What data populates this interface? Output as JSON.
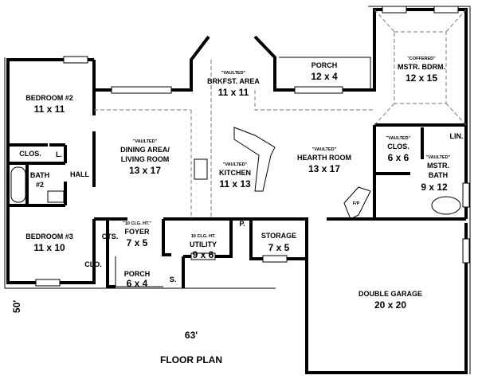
{
  "title": "FLOOR PLAN",
  "dimensions": {
    "width": "63'",
    "depth": "50'"
  },
  "rooms": {
    "bedroom2": {
      "name": "BEDROOM #2",
      "size": "11 x 11"
    },
    "closet_b2": {
      "name": "CLOS."
    },
    "linen_l": {
      "name": "L."
    },
    "bath2": {
      "name": "BATH",
      "name2": "#2"
    },
    "hall": {
      "name": "HALL"
    },
    "bedroom3": {
      "name": "BEDROOM #3",
      "size": "11 x 10"
    },
    "closet_b3": {
      "name": "CLO."
    },
    "cts": {
      "name": "CTS."
    },
    "dining_living": {
      "note": "\"VAULTED\"",
      "name": "DINING AREA/",
      "name2": "LIVING ROOM",
      "size": "13 x 17"
    },
    "foyer": {
      "note": "\"10 CLG. HT.\"",
      "name": "FOYER",
      "size": "7 x 5"
    },
    "porch_front": {
      "name": "PORCH",
      "size": "6 x 4"
    },
    "s": {
      "name": "S."
    },
    "breakfast": {
      "note": "\"VAULTED\"",
      "name": "BRKFST. AREA",
      "size": "11 x 11"
    },
    "kitchen": {
      "note": "\"VAULTED\"",
      "name": "KITCHEN",
      "size": "11 x 13"
    },
    "utility": {
      "note": "10 CLG. HT.",
      "name": "UTILITY",
      "size": "9 x 6"
    },
    "pantry": {
      "name": "P."
    },
    "porch_rear": {
      "name": "PORCH",
      "size": "12 x 4"
    },
    "hearth": {
      "note": "\"VAULTED\"",
      "name": "HEARTH ROOM",
      "size": "13 x 17"
    },
    "fireplace": {
      "name": "F/P"
    },
    "storage": {
      "name": "STORAGE",
      "size": "7 x 5"
    },
    "master_bedroom": {
      "note": "\"COFFERED\"",
      "name": "MSTR. BDRM.",
      "size": "12 x 15"
    },
    "master_closet": {
      "note": "\"VAULTED\"",
      "name": "CLOS.",
      "size": "6 x 6"
    },
    "linen": {
      "name": "LIN."
    },
    "master_bath": {
      "note": "\"VAULTED\"",
      "name": "MSTR.",
      "name2": "BATH",
      "size": "9 x 12"
    },
    "garage": {
      "name": "DOUBLE GARAGE",
      "size": "20 x 20"
    }
  }
}
